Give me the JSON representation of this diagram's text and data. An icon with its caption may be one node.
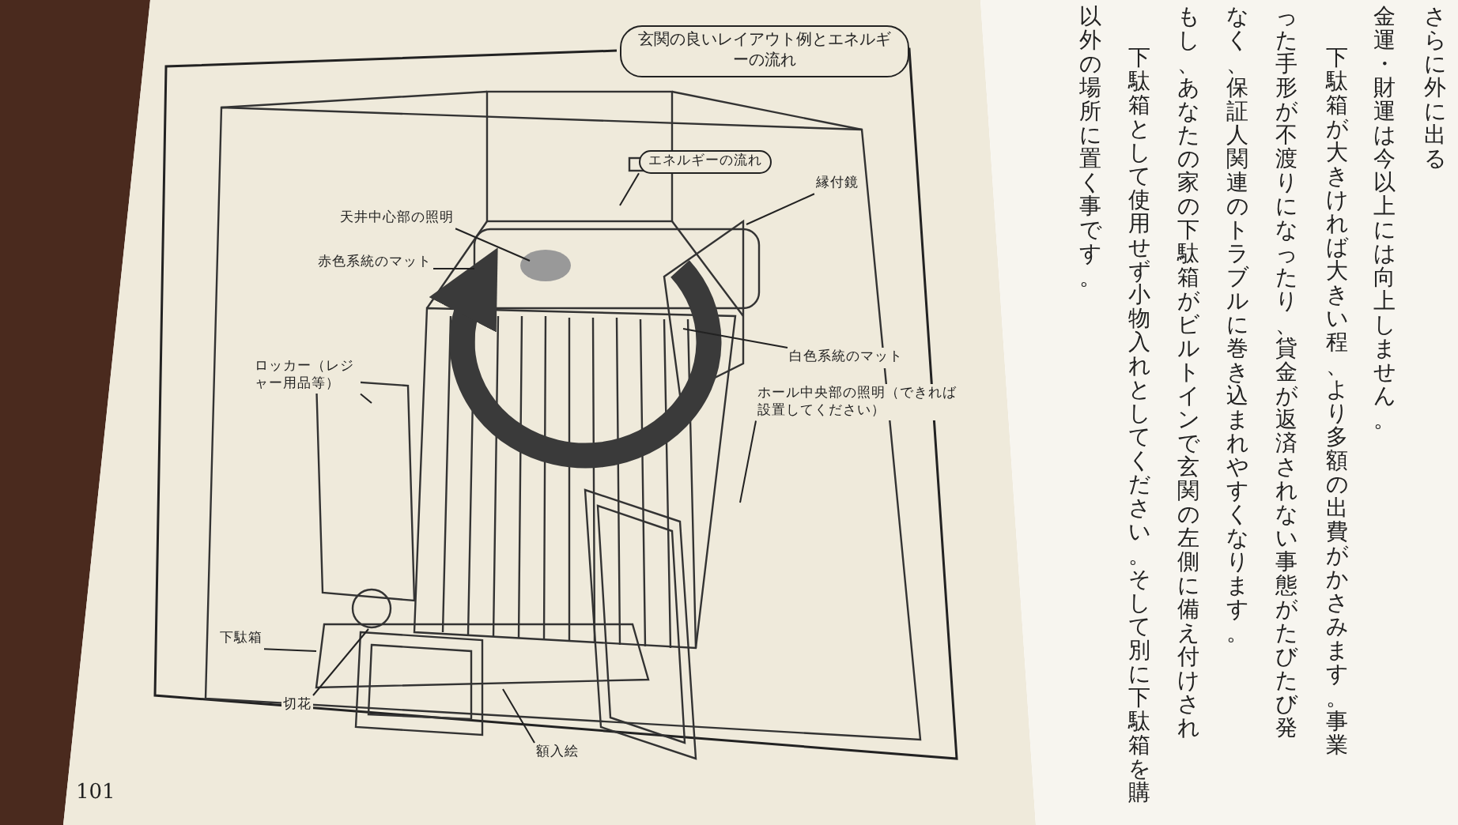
{
  "diagram": {
    "nodes": [
      {
        "text": [
          "玄関の良いレイアウト例とエネルギーの流れ"
        ]
      },
      {
        "text": [
          "天井中心部の照明"
        ]
      },
      {
        "text": [
          "赤色系統のマット"
        ]
      },
      {
        "text": [
          "ロッカー（レジャー用品等）"
        ]
      },
      {
        "text": [
          "エネルギーの流れ"
        ]
      },
      {
        "text": [
          "縁付鏡"
        ]
      },
      {
        "text": [
          "白色系統のマット"
        ]
      },
      {
        "text": [
          "ホール中央部の照明（できれば設置してください）"
        ]
      },
      {
        "text": [
          "下駄箱"
        ]
      },
      {
        "text": [
          "切花"
        ]
      },
      {
        "text": [
          "額入絵"
        ]
      }
    ],
    "edges": [
      {
        "from": 1,
        "to": null,
        "arrow": "none"
      },
      {
        "from": 2,
        "to": null,
        "arrow": "none"
      },
      {
        "from": 3,
        "to": null,
        "arrow": "none"
      },
      {
        "from": 4,
        "to": null,
        "arrow": "none"
      },
      {
        "from": 5,
        "to": null,
        "arrow": "none"
      },
      {
        "from": 6,
        "to": null,
        "arrow": "none"
      },
      {
        "from": 7,
        "to": null,
        "arrow": "none"
      },
      {
        "from": 8,
        "to": null,
        "arrow": "none"
      },
      {
        "from": 9,
        "to": null,
        "arrow": "none"
      },
      {
        "from": 10,
        "to": null,
        "arrow": "none"
      }
    ],
    "labels": [
      "101",
      "さらに外に出る",
      "金運・財運は今以上には向上しません。",
      "下駄箱が大きければ大きい程、より多額の出費がかさみます。事業",
      "った手形が不渡りになったり、貸金が返済されない事態がたびたび発",
      "なく、保証人関連のトラブルに巻き込まれやすくなります。",
      "もし、あなたの家の下駄箱がビルトインで玄関の左側に備え付けされ",
      "下駄箱として使用せず小物入れとしてください。そして別に下駄箱を購",
      "以外の場所に置く事です。"
    ]
  }
}
